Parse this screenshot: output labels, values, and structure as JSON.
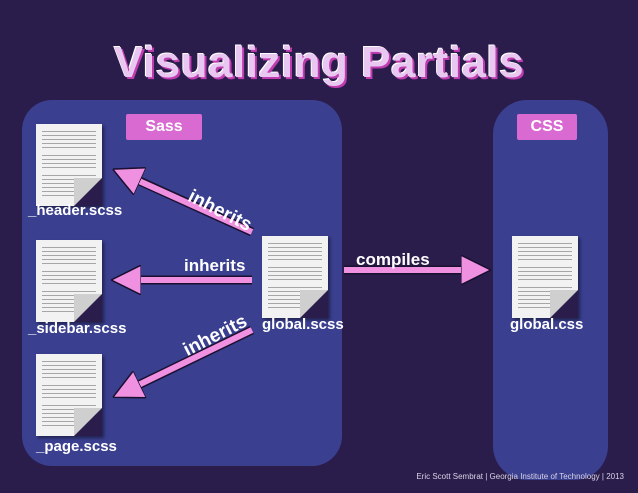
{
  "slide": {
    "title": "Visualizing Partials",
    "sass_label": "Sass",
    "css_label": "CSS",
    "footer": "Eric Scott Sembrat | Georgia Institute of Technology | 2013"
  },
  "files": {
    "header": "_header.scss",
    "sidebar": "_sidebar.scss",
    "page": "_page.scss",
    "global_scss": "global.scss",
    "global_css": "global.css"
  },
  "relations": {
    "inherits_top": "inherits",
    "inherits_mid": "inherits",
    "inherits_bottom": "inherits",
    "compiles": "compiles"
  },
  "colors": {
    "background": "#2a1d4c",
    "panel": "#3a3f8f",
    "accent": "#d96ad2",
    "arrow": "#f090e0"
  }
}
